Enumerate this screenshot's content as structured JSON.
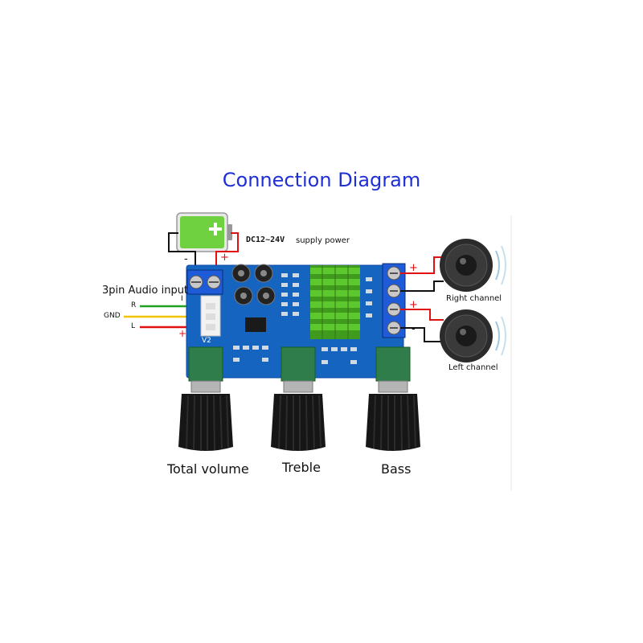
{
  "title": "Connection Diagram",
  "labels": {
    "power": {
      "model": "DC12~24V",
      "text": "supply power"
    },
    "audio_input": "3pin Audio input",
    "pins": {
      "r": "R",
      "gnd": "GND",
      "l": "L"
    },
    "right_channel": "Right channel",
    "left_channel": "Left channel",
    "total_volume": "Total volume",
    "treble": "Treble",
    "bass": "Bass",
    "board_mark": "V2",
    "minus": "-",
    "plus": "+",
    "input_mark": "I"
  },
  "colors": {
    "title": "#1f2fd6",
    "board": "#1565c0",
    "heatsink": "#4caf24",
    "wire_red": "#e01010",
    "wire_black": "#111111",
    "wire_green": "#22a022",
    "wire_yellow": "#f2c400",
    "battery": "#6fd140"
  }
}
